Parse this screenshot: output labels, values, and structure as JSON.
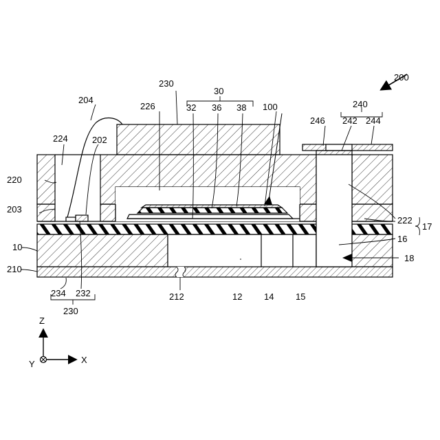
{
  "labels": {
    "l200": "200",
    "l230_top": "230",
    "l30": "30",
    "l204": "204",
    "l226": "226",
    "l32": "32",
    "l36": "36",
    "l38": "38",
    "l100": "100",
    "l240": "240",
    "l246": "246",
    "l242": "242",
    "l244": "244",
    "l224": "224",
    "l202": "202",
    "l220": "220",
    "l203": "203",
    "l10": "10",
    "l210": "210",
    "l222": "222",
    "l17": "17",
    "l16": "16",
    "l18": "18",
    "l234": "234",
    "l232": "232",
    "l230_bottom": "230",
    "l212": "212",
    "l12": "12",
    "l14": "14",
    "l15": "15"
  },
  "axes": {
    "z": "Z",
    "x": "X",
    "y": "Y"
  }
}
